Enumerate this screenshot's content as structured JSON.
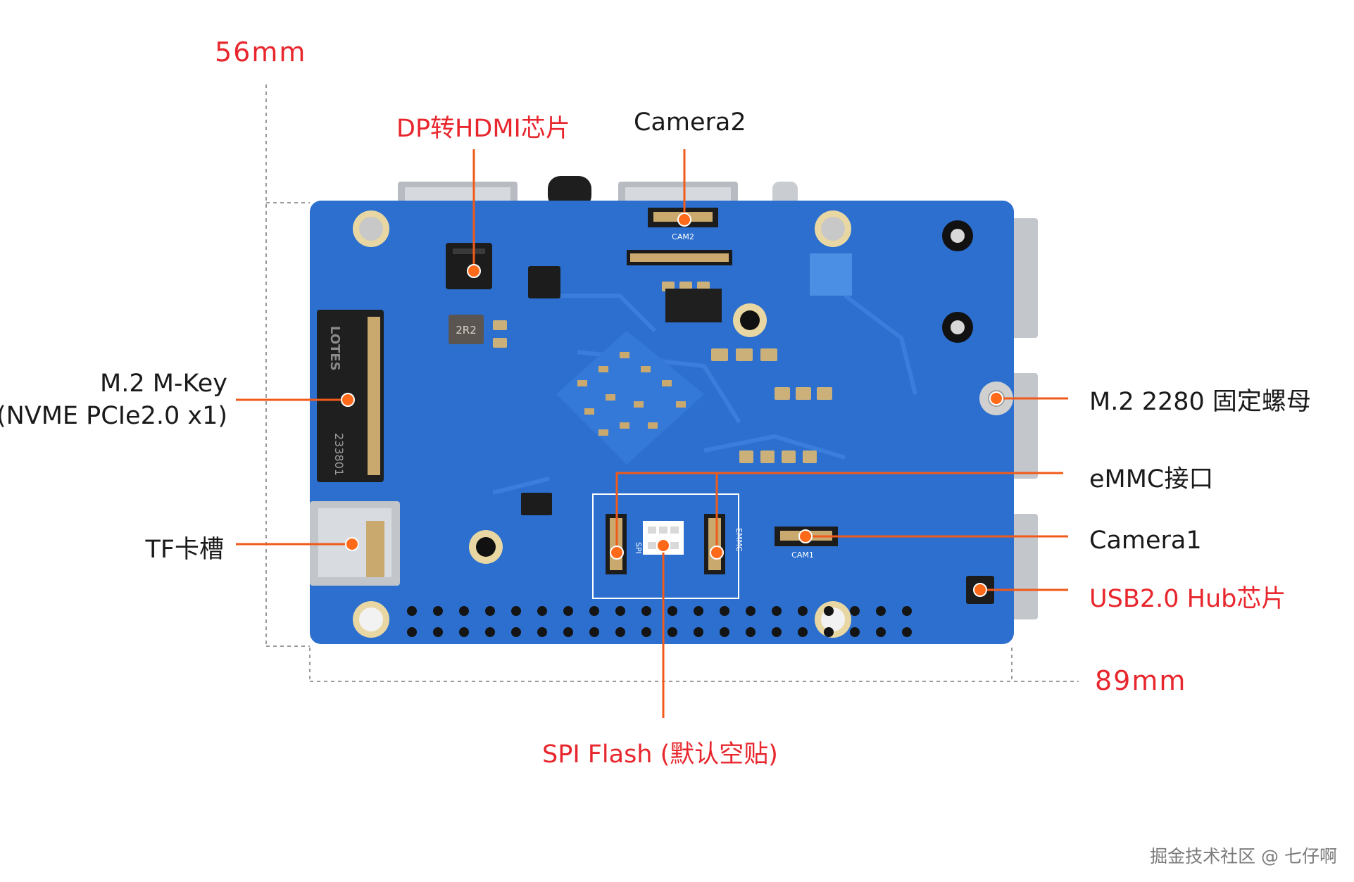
{
  "dimensions": {
    "height": "56mm",
    "width": "89mm"
  },
  "callouts": {
    "dp_hdmi": "DP转HDMI芯片",
    "camera2": "Camera2",
    "m2_mkey_line1": "M.2 M-Key",
    "m2_mkey_line2": "(NVME PCIe2.0 x1)",
    "tf_slot": "TF卡槽",
    "m2_nut": "M.2 2280 固定螺母",
    "emmc": "eMMC接口",
    "camera1": "Camera1",
    "usb_hub": "USB2.0 Hub芯片",
    "spi_flash": "SPI Flash (默认空贴)"
  },
  "board": {
    "chip_mark": "2R2",
    "m2_text": "LOTES",
    "m2_code": "233801",
    "cam1": "CAM1",
    "cam2": "CAM2",
    "spi": "SPI",
    "emmc": "EMMC"
  },
  "watermark": "掘金技术社区 @ 七仔啊",
  "colors": {
    "board": "#2c6fcf",
    "callout_line": "#f05a1a",
    "marker": "#ff6a1a",
    "red_text": "#e8262d"
  }
}
